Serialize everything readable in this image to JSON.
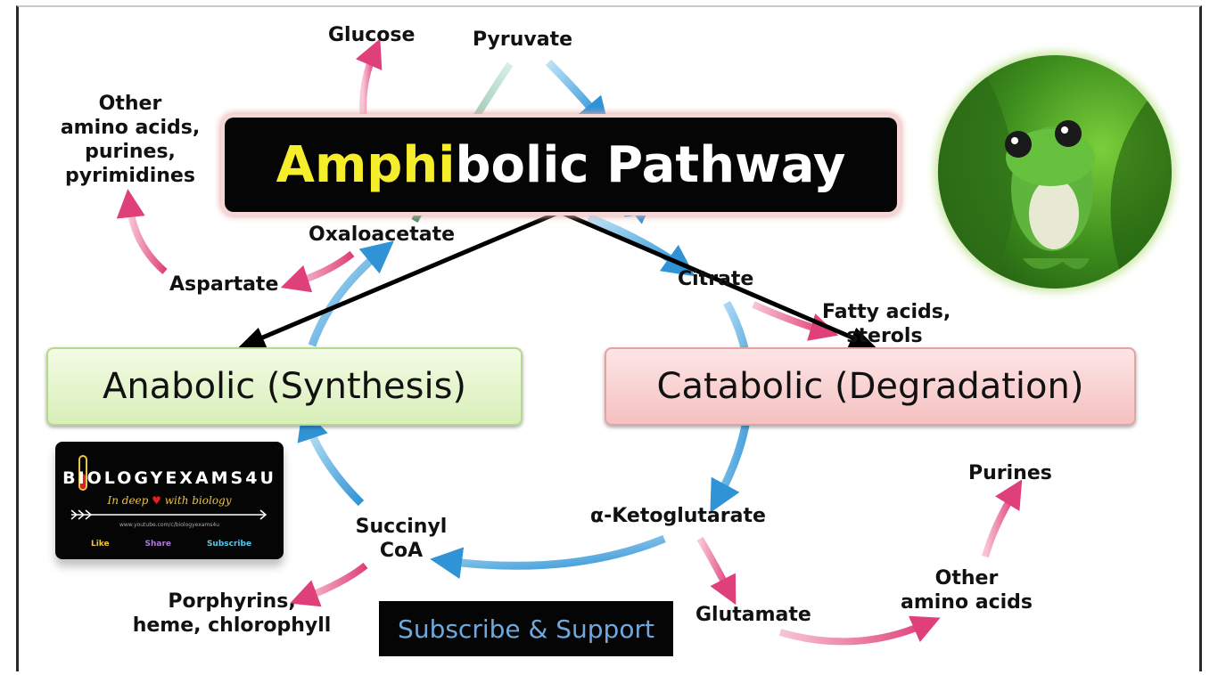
{
  "title": {
    "highlight": "Amphi",
    "rest": "bolic Pathway"
  },
  "boxes": {
    "anabolic": "Anabolic (Synthesis)",
    "catabolic": "Catabolic (Degradation)"
  },
  "nodes": {
    "glucose": "Glucose",
    "pyruvate": "Pyruvate",
    "other_amino_1": "Other",
    "other_amino_2": "amino acids,",
    "other_amino_3": "purines,",
    "other_amino_4": "pyrimidines",
    "oxaloacetate": "Oxaloacetate",
    "aspartate": "Aspartate",
    "citrate": "Citrate",
    "fatty_1": "Fatty acids,",
    "fatty_2": "sterols",
    "ketoglutarate": "α-Ketoglutarate",
    "succinyl_1": "Succinyl",
    "succinyl_2": "CoA",
    "porphyrins_1": "Porphyrins,",
    "porphyrins_2": "heme, chlorophyll",
    "glutamate": "Glutamate",
    "other_aa2_1": "Other",
    "other_aa2_2": "amino acids",
    "purines": "Purines"
  },
  "badge": {
    "brand": "BIOLOGYEXAMS4U",
    "tagline_pre": "In deep",
    "tagline_post": "with biology",
    "url": "www.youtube.com/c/biologyexams4u",
    "actions": [
      "Like",
      "Share",
      "Subscribe"
    ]
  },
  "subscribe_button": "Subscribe & Support",
  "colors": {
    "title_highlight": "#f6ee2a",
    "cycle_arrow": "#3a9ad9",
    "branch_arrow": "#e0407a",
    "anabolic_box": "#dff2c4",
    "catabolic_box": "#f9d2d2",
    "subscribe_text": "#6fa8dc"
  },
  "icons": {
    "badge_vial": "test-tube-icon",
    "badge_heart": "heart-icon",
    "frog": "frog-image"
  }
}
